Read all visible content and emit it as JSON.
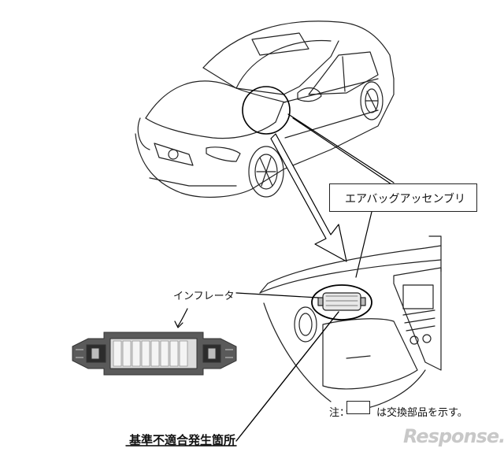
{
  "labels": {
    "airbag_assembly": "エアバッグアッセンブリ",
    "inflator": "インフレータ",
    "note_prefix": "注：",
    "note_suffix": "は交換部品を示す。",
    "defect_location": "基準不適合発生箇所"
  },
  "watermark": {
    "text": "Response."
  },
  "colors": {
    "line": "#222222",
    "inflator_dark": "#4a4a4a",
    "inflator_light": "#d9d9d9",
    "watermark": "#c8c8c8"
  },
  "icons": {
    "arrow": "down-arrow-icon"
  }
}
